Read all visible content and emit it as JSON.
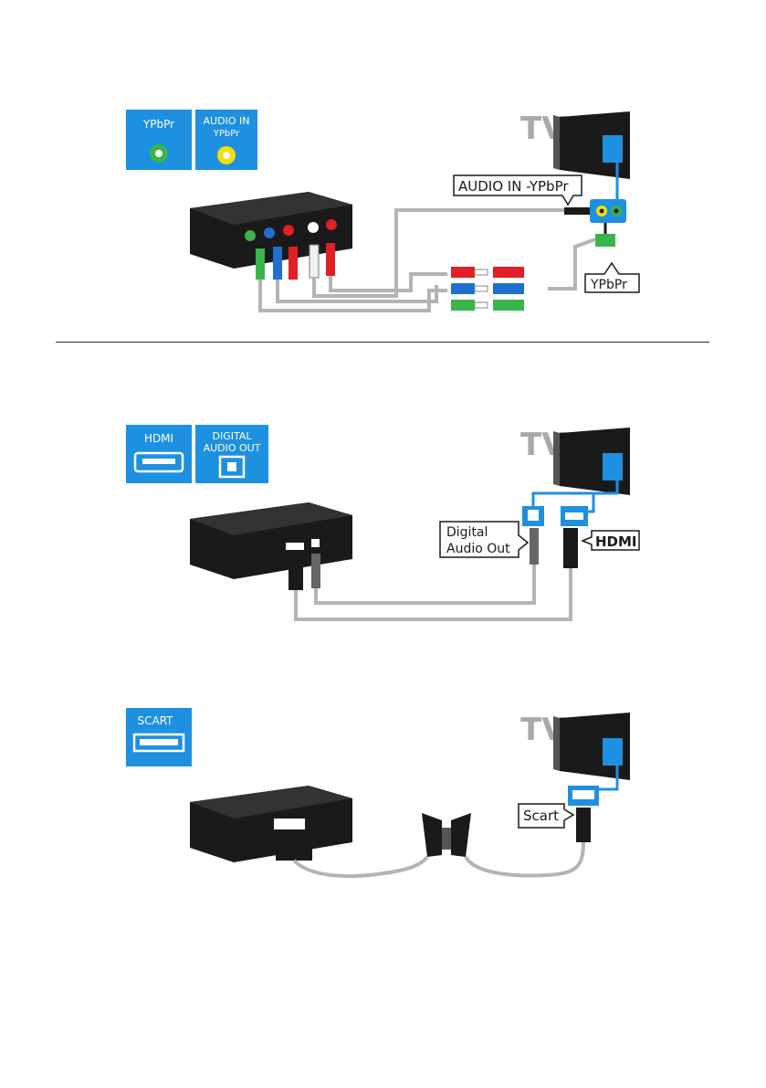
{
  "colors": {
    "port_blue": "#1e90e0",
    "device_black": "#1a1a1a",
    "cable_gray": "#b4b4b4",
    "tv_gray": "#a9a9a9",
    "green": "#3ab54a",
    "red": "#e21f26",
    "blue_plug": "#1f6fd0",
    "yellow": "#f2e000"
  },
  "tv_label": "TV",
  "diagram1": {
    "icons": [
      {
        "label": "YPbPr",
        "icon": "green-ring-jack-icon"
      },
      {
        "label_line1": "AUDIO IN",
        "label_line2": "YPbPr",
        "icon": "yellow-ring-jack-icon"
      }
    ],
    "callout_audio": "AUDIO IN -YPbPr",
    "callout_video": "YPbPr"
  },
  "diagram2": {
    "icons": [
      {
        "label": "HDMI",
        "icon": "hdmi-port-icon"
      },
      {
        "label_line1": "DIGITAL",
        "label_line2": "AUDIO OUT",
        "icon": "optical-port-icon"
      }
    ],
    "callout_audio_line1": "Digital",
    "callout_audio_line2": "Audio Out",
    "callout_hdmi": "HDMI"
  },
  "diagram3": {
    "icons": [
      {
        "label": "SCART",
        "icon": "scart-port-icon"
      }
    ],
    "callout_scart": "Scart"
  }
}
